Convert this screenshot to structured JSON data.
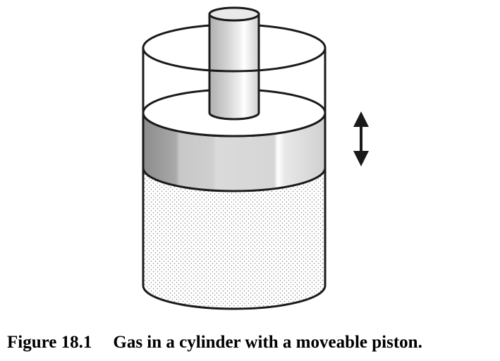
{
  "figure": {
    "number_label": "Figure 18.1",
    "caption": "Gas in a cylinder with a moveable piston.",
    "parts": [
      "cylinder",
      "piston",
      "piston-rod",
      "gas",
      "motion-arrow"
    ],
    "colors": {
      "outline": "#1a1a1a",
      "gas_dots": "#8a8a8a",
      "piston_dark": "#8c8c8c",
      "piston_light": "#d4d4d4",
      "highlight": "#ffffff",
      "background": "#ffffff"
    }
  }
}
